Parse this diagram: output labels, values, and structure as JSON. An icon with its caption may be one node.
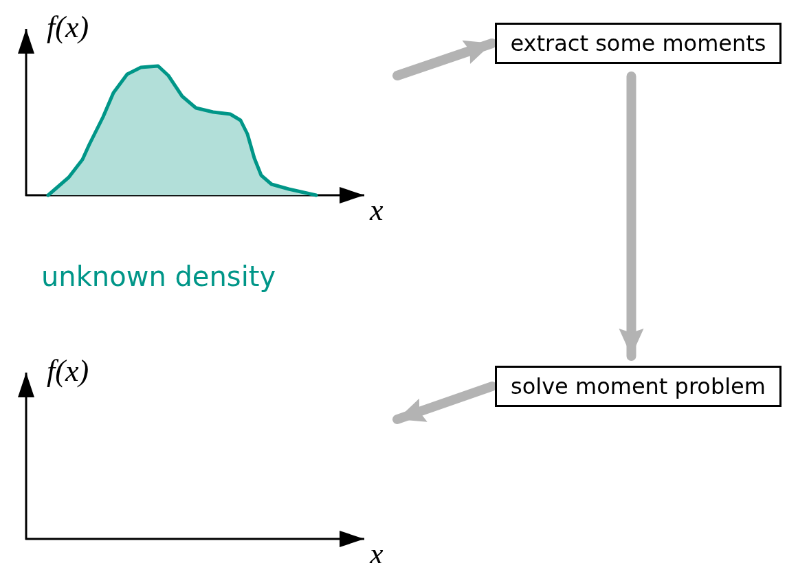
{
  "diagram": {
    "nodes": [
      {
        "text": [
          "f(x)",
          "x"
        ],
        "beside": [
          "unknown density"
        ]
      },
      {
        "text": [
          "extract some moments"
        ]
      },
      {
        "text": [
          "solve moment problem"
        ]
      },
      {
        "text": [
          "f(x)",
          "x"
        ]
      }
    ],
    "edges": [
      {
        "from": 0,
        "to": 1,
        "arrow": "to"
      },
      {
        "from": 1,
        "to": 2,
        "arrow": "to"
      },
      {
        "from": 2,
        "to": 3,
        "arrow": "to"
      }
    ]
  }
}
